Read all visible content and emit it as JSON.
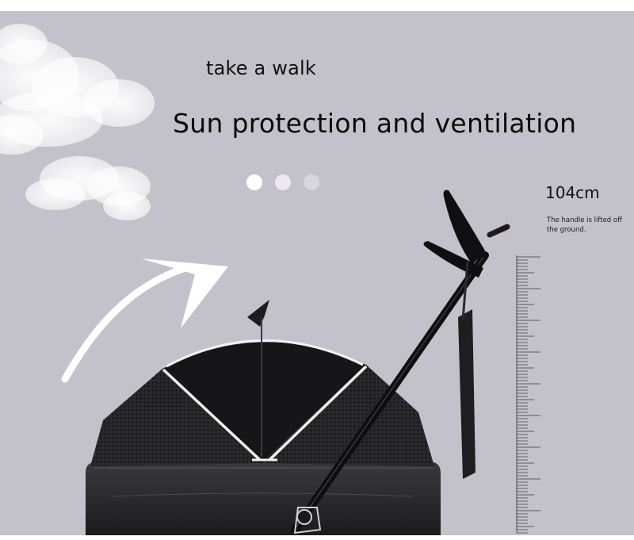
{
  "headline": {
    "subtitle": "take a walk",
    "title": "Sun protection and ventilation"
  },
  "carousel": {
    "dot_count": 3,
    "active_index": 0
  },
  "measurement": {
    "height": "104cm",
    "note": "The handle is lifted off the ground."
  },
  "colors": {
    "background": "#c3c2ca",
    "canopy": "#161618",
    "trim": "#f2f2f2",
    "text": "#111111"
  },
  "icons": [
    "cloud-icon",
    "curved-arrow-icon",
    "ruler-icon",
    "stroller-illustration"
  ]
}
